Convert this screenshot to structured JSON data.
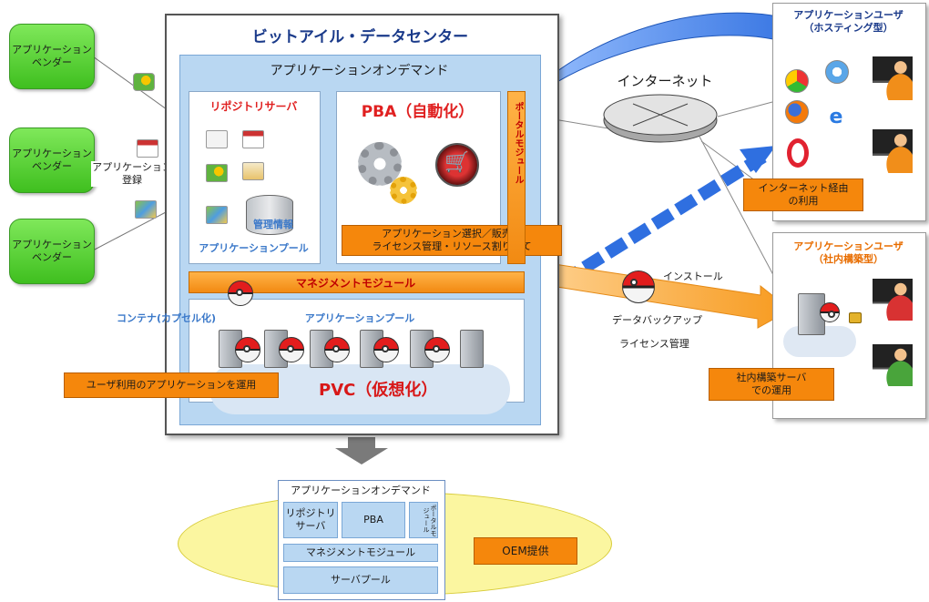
{
  "vendors": [
    "アプリケーション\nベンダー",
    "アプリケーション\nベンダー",
    "アプリケーション\nベンダー"
  ],
  "app_register": "アプリケーション\n登録",
  "datacenter": {
    "title": "ビットアイル・データセンター",
    "aod_title": "アプリケーションオンデマンド",
    "repository": "リポジトリサーバ",
    "mgmt_info": "管理情報",
    "app_pool_label": "アプリケーションプール",
    "pba": "PBA（自動化）",
    "portal": "ポータルモジュール",
    "pba_caption": "アプリケーション選択／販売・\nライセンス管理・リソース割り当て",
    "mgmt_module": "マネジメントモジュール",
    "container": "コンテナ(カプセル化)",
    "app_pool2": "アプリケーションプール",
    "pvc": "PVC（仮想化）",
    "user_app_caption": "ユーザ利用のアプリケーションを運用"
  },
  "internet": "インターネット",
  "install": "インストール",
  "data_backup": "データバックアップ",
  "license_mgmt": "ライセンス管理",
  "hosting_panel": {
    "title": "アプリケーションユーザ\n（ホスティング型）",
    "caption": "インターネット経由\nの利用"
  },
  "inhouse_panel": {
    "title": "アプリケーションユーザ\n（社内構築型）",
    "caption": "社内構築サーバ\nでの運用"
  },
  "oem": {
    "aod_title": "アプリケーションオンデマンド",
    "repository": "リポジトリ\nサーバ",
    "pba": "PBA",
    "portal": "ポータルモジュール",
    "mgmt": "マネジメントモジュール",
    "server_pool": "サーバプール",
    "provide": "OEM提供"
  }
}
